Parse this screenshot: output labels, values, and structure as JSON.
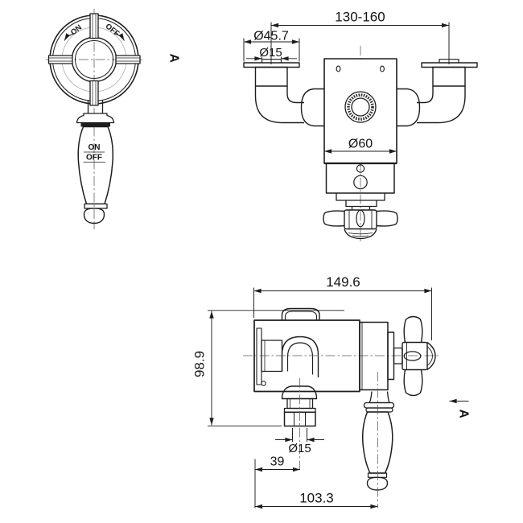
{
  "colors": {
    "background": "#ffffff",
    "ink": "#1d1d1d",
    "centerline": "#5a5a5a",
    "light_circle": "#b5b5b5"
  },
  "handle_view": {
    "dial_on": "ON",
    "dial_off": "OFF",
    "grip_on": "ON",
    "grip_off": "OFF",
    "view_label": "A"
  },
  "front_view": {
    "dim_span": "130-160",
    "dim_flange": "Ø45.7",
    "dim_pipe": "Ø15",
    "dim_body": "Ø60"
  },
  "side_view": {
    "dim_width": "149.6",
    "dim_height": "98.9",
    "dim_outlet": "Ø15",
    "dim_offset_39": "39",
    "dim_offset_103": "103.3",
    "view_label": "A"
  }
}
